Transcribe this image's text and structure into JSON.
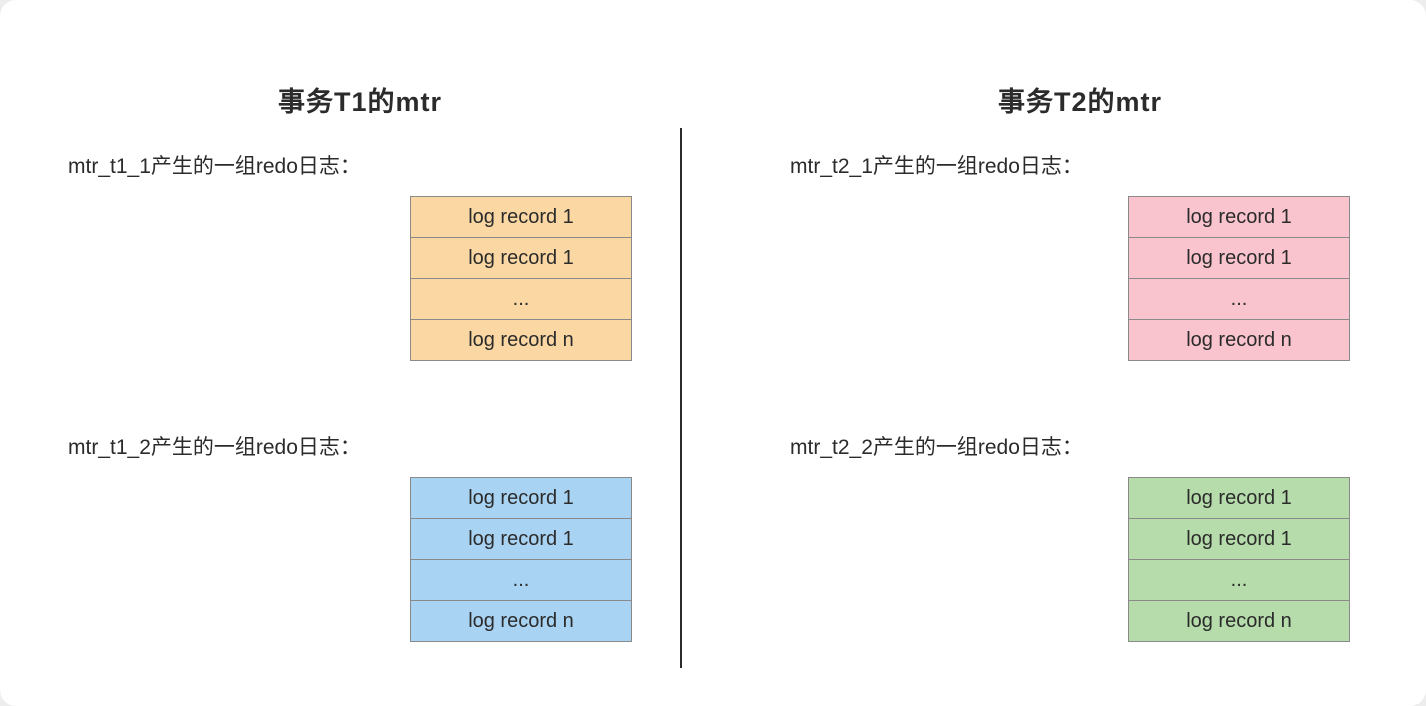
{
  "columns": [
    {
      "title": "事务T1的mtr",
      "groups": [
        {
          "label": "mtr_t1_1产生的一组redo日志：",
          "color": "#FBD8A3",
          "rows": [
            "log record 1",
            "log record 1",
            "...",
            "log record n"
          ]
        },
        {
          "label": "mtr_t1_2产生的一组redo日志：",
          "color": "#A9D3F3",
          "rows": [
            "log record 1",
            "log record 1",
            "...",
            "log record n"
          ]
        }
      ]
    },
    {
      "title": "事务T2的mtr",
      "groups": [
        {
          "label": "mtr_t2_1产生的一组redo日志：",
          "color": "#F9C4CE",
          "rows": [
            "log record 1",
            "log record 1",
            "...",
            "log record n"
          ]
        },
        {
          "label": "mtr_t2_2产生的一组redo日志：",
          "color": "#B6DCAB",
          "rows": [
            "log record 1",
            "log record 1",
            "...",
            "log record n"
          ]
        }
      ]
    }
  ],
  "styles": {
    "border_color": "#8a8a8a",
    "divider_color": "#2b2b2b",
    "text_color": "#2b2b2b"
  }
}
